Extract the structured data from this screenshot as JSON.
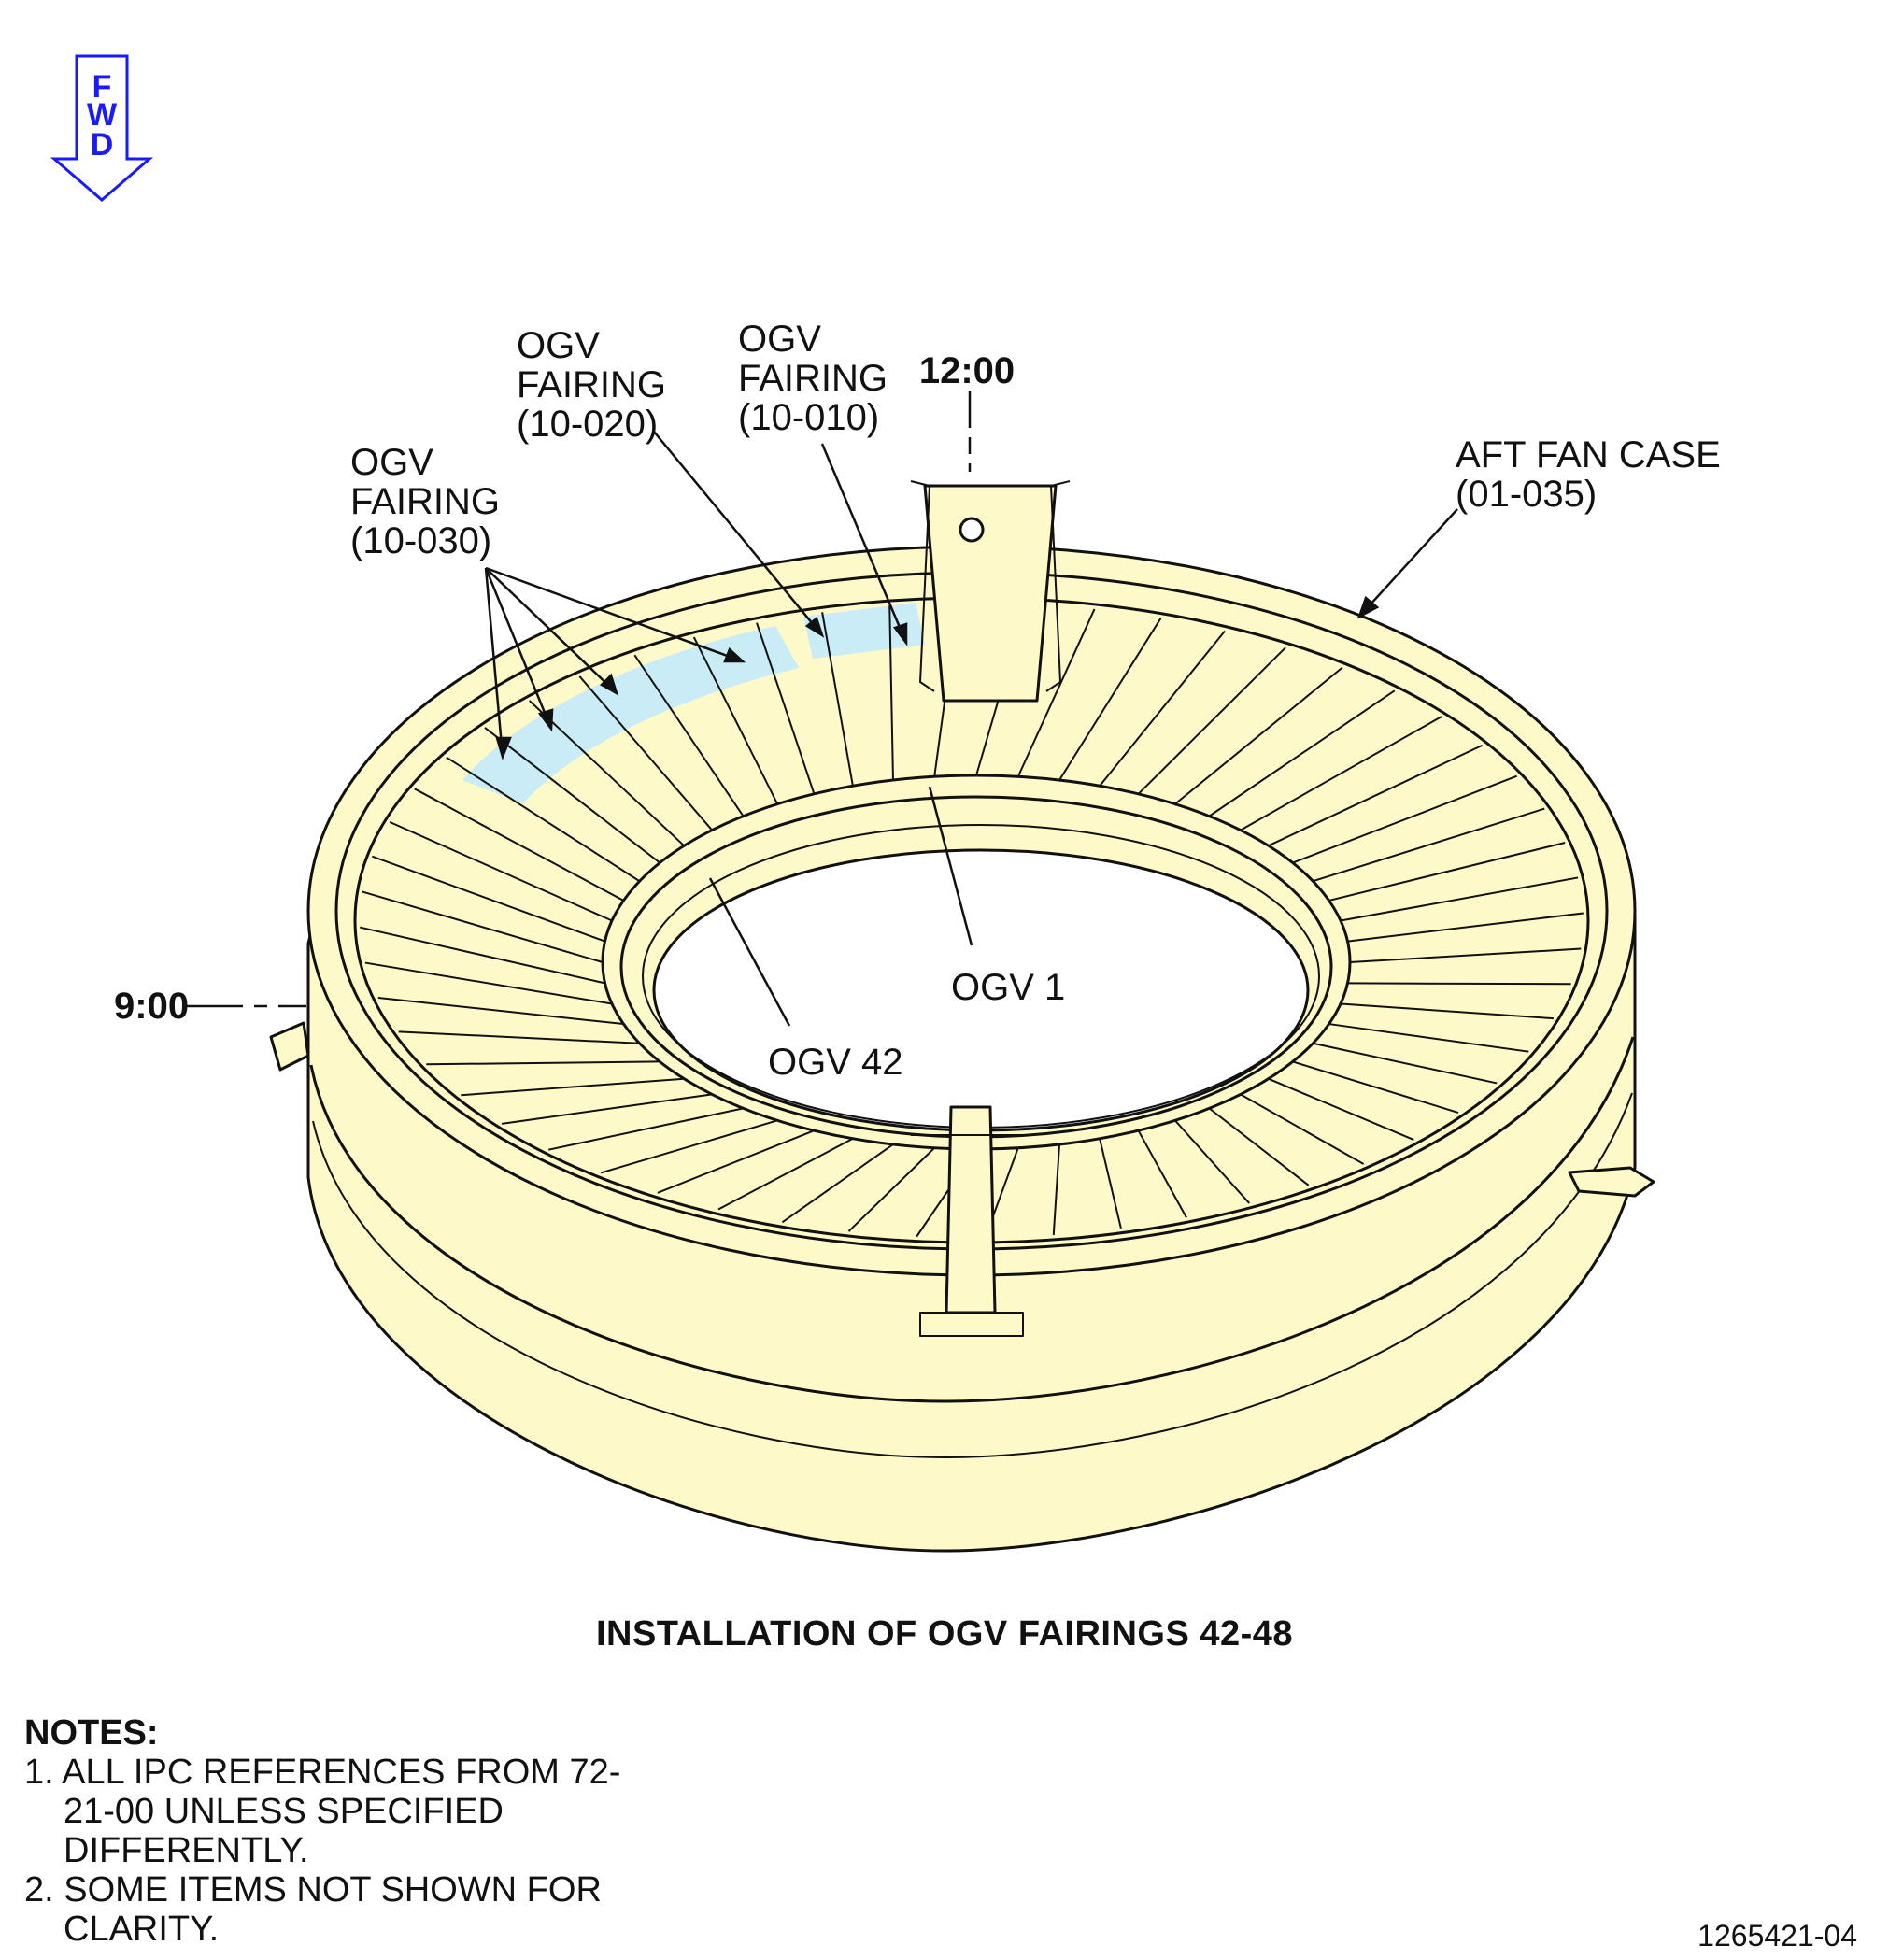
{
  "fwd": {
    "letters": [
      "F",
      "W",
      "D"
    ],
    "color": "#1a1aff"
  },
  "clock": {
    "twelve": "12:00",
    "nine": "9:00"
  },
  "callouts": {
    "fairing_030": [
      "OGV",
      "FAIRING",
      "(10-030)"
    ],
    "fairing_020": [
      "OGV",
      "FAIRING",
      "(10-020)"
    ],
    "fairing_010": [
      "OGV",
      "FAIRING",
      "(10-010)"
    ],
    "fan_case": [
      "AFT FAN CASE",
      "(01-035)"
    ],
    "ogv_1": "OGV 1",
    "ogv_42": "OGV 42"
  },
  "colors": {
    "part": "#fdf9c9",
    "fairing": "#c9ecf7",
    "line": "#111111"
  },
  "title": "INSTALLATION OF OGV FAIRINGS 42-48",
  "notes": {
    "heading": "NOTES:",
    "items": [
      "1. ALL IPC REFERENCES FROM 72-21-00 UNLESS SPECIFIED DIFFERENTLY.",
      "2. SOME ITEMS NOT SHOWN FOR CLARITY."
    ]
  },
  "figure_id": "1265421-04"
}
